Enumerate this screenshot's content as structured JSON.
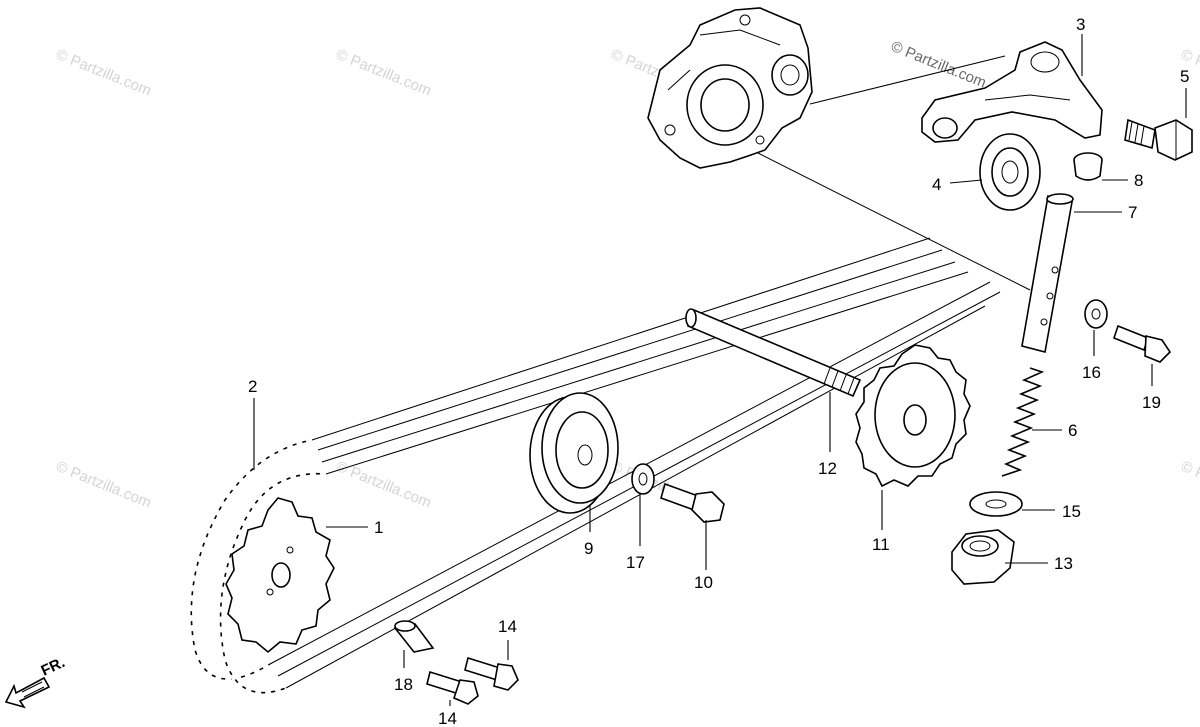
{
  "watermark": {
    "text": "© Partzilla.com"
  },
  "direction_marker": {
    "label": "FR."
  },
  "callouts": [
    {
      "id": "1",
      "label": "1"
    },
    {
      "id": "2",
      "label": "2"
    },
    {
      "id": "3",
      "label": "3"
    },
    {
      "id": "4",
      "label": "4"
    },
    {
      "id": "5",
      "label": "5"
    },
    {
      "id": "6",
      "label": "6"
    },
    {
      "id": "7",
      "label": "7"
    },
    {
      "id": "8",
      "label": "8"
    },
    {
      "id": "9",
      "label": "9"
    },
    {
      "id": "10",
      "label": "10"
    },
    {
      "id": "11",
      "label": "11"
    },
    {
      "id": "12",
      "label": "12"
    },
    {
      "id": "13",
      "label": "13"
    },
    {
      "id": "14a",
      "label": "14"
    },
    {
      "id": "14b",
      "label": "14"
    },
    {
      "id": "15",
      "label": "15"
    },
    {
      "id": "16",
      "label": "16"
    },
    {
      "id": "17",
      "label": "17"
    },
    {
      "id": "18",
      "label": "18"
    },
    {
      "id": "19",
      "label": "19"
    }
  ]
}
